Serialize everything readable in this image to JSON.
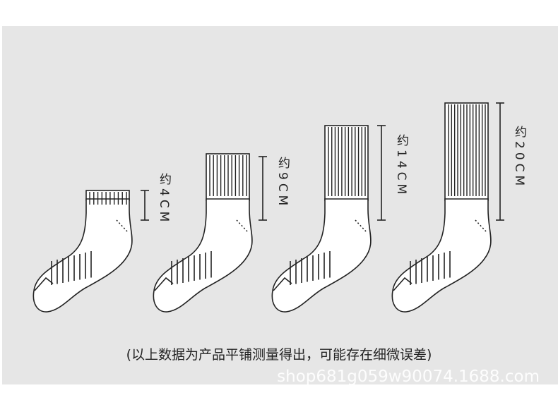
{
  "socks": [
    {
      "id": "ankle",
      "label": "约4CM"
    },
    {
      "id": "low",
      "label": "约9CM"
    },
    {
      "id": "mid",
      "label": "约14CM"
    },
    {
      "id": "crew",
      "label": "约20CM"
    }
  ],
  "caption": "(以上数据为产品平铺测量得出，可能存在细微误差)",
  "watermark": "shop681g059w90074.1688.com",
  "colors": {
    "background": "#e6e6e6",
    "sock_fill": "#ffffff",
    "stroke": "#222222",
    "watermark": "#ffffff"
  }
}
